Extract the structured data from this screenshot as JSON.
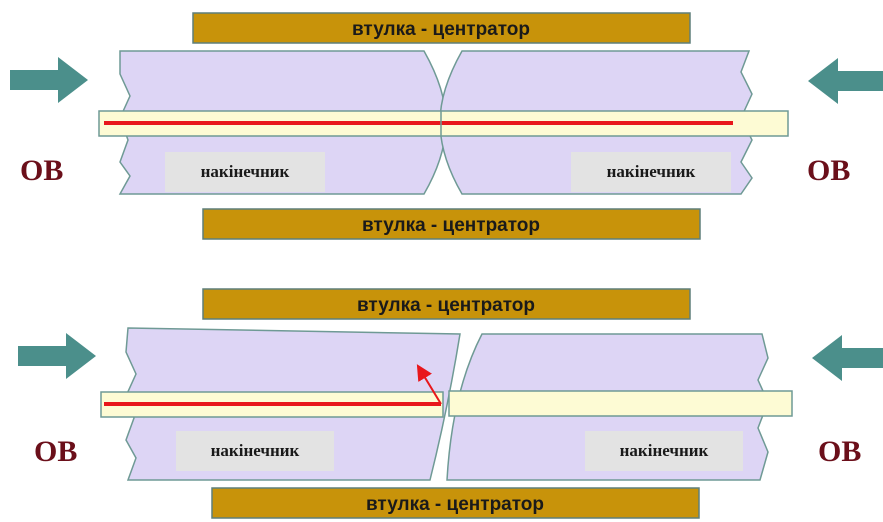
{
  "colors": {
    "sleeve_fill": "#c8930a",
    "sleeve_border": "#5e7f7a",
    "ferrule_fill": "#ddd5f5",
    "ferrule_border": "#6f9a95",
    "fiber_fill": "#fdfbd4",
    "fiber_border": "#6f9a95",
    "core": "#e8171b",
    "arrow": "#4b8f8b",
    "label_box": "#e3e3e3",
    "ov_text": "#6b0f1a"
  },
  "panels": [
    {
      "name": "aligned-connection",
      "sleeve_top_label": "втулка - центратор",
      "sleeve_bottom_label": "втулка - центратор",
      "left_ferrule_label": "накінечник",
      "right_ferrule_label": "накінечник",
      "left_fiber_label": "ОВ",
      "right_fiber_label": "ОВ"
    },
    {
      "name": "angled-gap-connection",
      "sleeve_top_label": "втулка - центратор",
      "sleeve_bottom_label": "втулка - центратор",
      "left_ferrule_label": "накінечник",
      "right_ferrule_label": "накінечник",
      "left_fiber_label": "ОВ",
      "right_fiber_label": "ОВ"
    }
  ]
}
